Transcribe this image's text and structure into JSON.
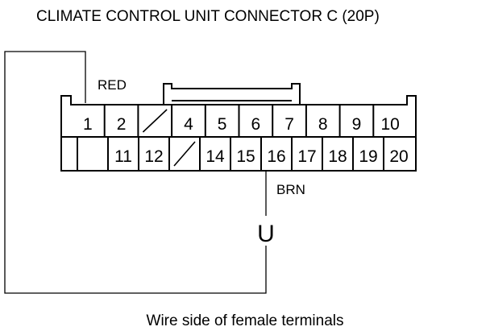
{
  "title": "CLIMATE CONTROL UNIT CONNECTOR C (20P)",
  "caption": "Wire side of female terminals",
  "connector": {
    "row1": [
      "1",
      "2",
      "",
      "4",
      "5",
      "6",
      "7",
      "8",
      "9",
      "10"
    ],
    "row2": [
      "",
      "11",
      "12",
      "",
      "14",
      "15",
      "16",
      "17",
      "18",
      "19",
      "20"
    ]
  },
  "wires": {
    "pin1_color": "RED",
    "pin16_color": "BRN"
  },
  "probe_symbol": "U",
  "colors": {
    "line": "#000000",
    "background": "#ffffff"
  }
}
